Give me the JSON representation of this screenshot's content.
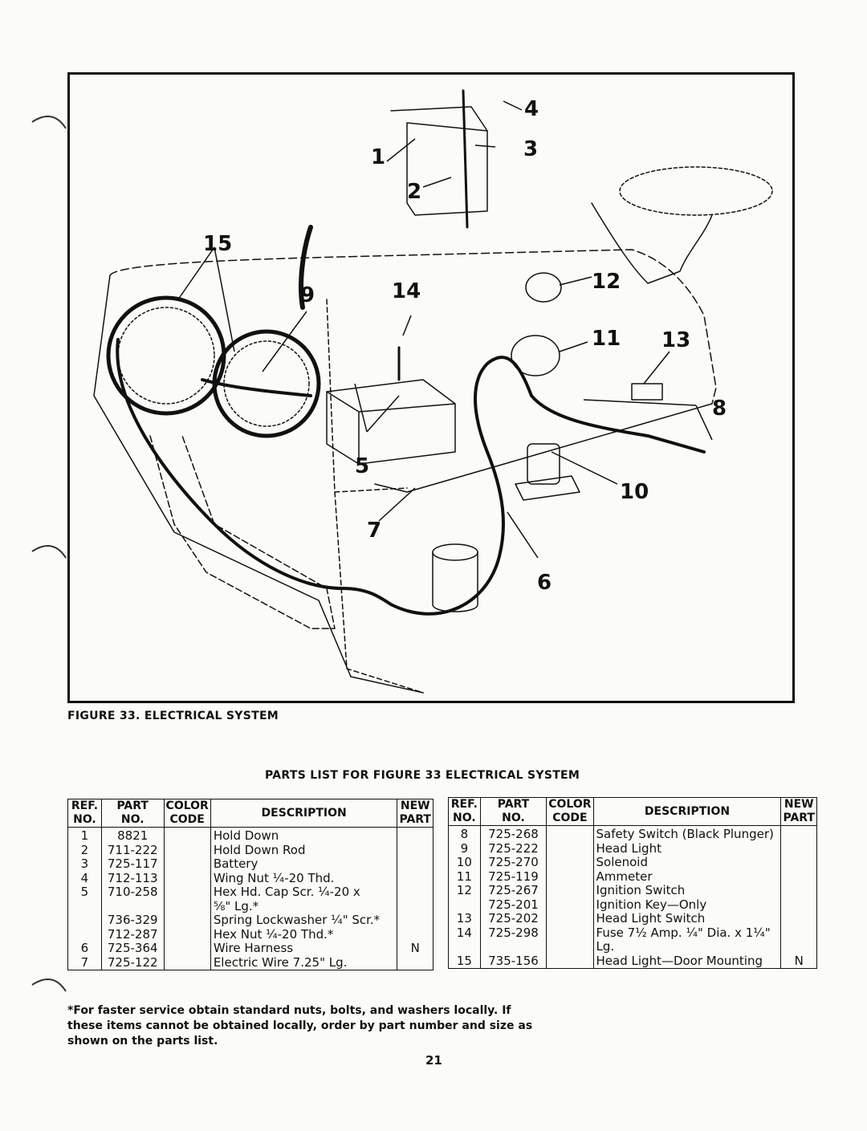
{
  "figure": {
    "caption": "FIGURE 33. ELECTRICAL SYSTEM",
    "callouts": [
      "4",
      "3",
      "1",
      "2",
      "15",
      "9",
      "14",
      "12",
      "11",
      "13",
      "8",
      "5",
      "10",
      "7",
      "6"
    ]
  },
  "parts_list": {
    "title": "PARTS LIST FOR FIGURE 33 ELECTRICAL SYSTEM",
    "headers": {
      "ref_top": "REF.",
      "ref_bottom": "NO.",
      "part_top": "PART",
      "part_bottom": "NO.",
      "color_top": "COLOR",
      "color_bottom": "CODE",
      "description": "DESCRIPTION",
      "new_top": "NEW",
      "new_bottom": "PART"
    },
    "left_rows": [
      {
        "ref": "1",
        "part": "8821",
        "color": "",
        "desc": "Hold Down",
        "new": ""
      },
      {
        "ref": "2",
        "part": "711-222",
        "color": "",
        "desc": "Hold Down Rod",
        "new": ""
      },
      {
        "ref": "3",
        "part": "725-117",
        "color": "",
        "desc": "Battery",
        "new": ""
      },
      {
        "ref": "4",
        "part": "712-113",
        "color": "",
        "desc": "Wing Nut ¼-20 Thd.",
        "new": ""
      },
      {
        "ref": "5",
        "part": "710-258",
        "color": "",
        "desc": "Hex Hd. Cap Scr. ¼-20 x",
        "new": ""
      },
      {
        "ref": "",
        "part": "",
        "color": "",
        "desc": "⅝\" Lg.*",
        "new": ""
      },
      {
        "ref": "",
        "part": "736-329",
        "color": "",
        "desc": "Spring Lockwasher ¼\" Scr.*",
        "new": ""
      },
      {
        "ref": "",
        "part": "712-287",
        "color": "",
        "desc": "Hex Nut ¼-20 Thd.*",
        "new": ""
      },
      {
        "ref": "6",
        "part": "725-364",
        "color": "",
        "desc": "Wire Harness",
        "new": "N"
      },
      {
        "ref": "7",
        "part": "725-122",
        "color": "",
        "desc": "Electric Wire 7.25\" Lg.",
        "new": ""
      }
    ],
    "right_rows": [
      {
        "ref": "8",
        "part": "725-268",
        "color": "",
        "desc": "Safety Switch (Black Plunger)",
        "new": ""
      },
      {
        "ref": "9",
        "part": "725-222",
        "color": "",
        "desc": "Head Light",
        "new": ""
      },
      {
        "ref": "10",
        "part": "725-270",
        "color": "",
        "desc": "Solenoid",
        "new": ""
      },
      {
        "ref": "11",
        "part": "725-119",
        "color": "",
        "desc": "Ammeter",
        "new": ""
      },
      {
        "ref": "12",
        "part": "725-267",
        "color": "",
        "desc": "Ignition Switch",
        "new": ""
      },
      {
        "ref": "",
        "part": "725-201",
        "color": "",
        "desc": "Ignition Key—Only",
        "new": ""
      },
      {
        "ref": "13",
        "part": "725-202",
        "color": "",
        "desc": "Head Light Switch",
        "new": ""
      },
      {
        "ref": "14",
        "part": "725-298",
        "color": "",
        "desc": "Fuse 7½ Amp. ¼\" Dia. x 1¼\"",
        "new": ""
      },
      {
        "ref": "",
        "part": "",
        "color": "",
        "desc": "Lg.",
        "new": ""
      },
      {
        "ref": "15",
        "part": "735-156",
        "color": "",
        "desc": "Head Light—Door Mounting",
        "new": "N"
      }
    ]
  },
  "footnote": "*For faster service obtain standard nuts, bolts, and washers locally. If these items cannot be obtained locally, order by part number and size as shown on the parts list.",
  "page_number": "21"
}
